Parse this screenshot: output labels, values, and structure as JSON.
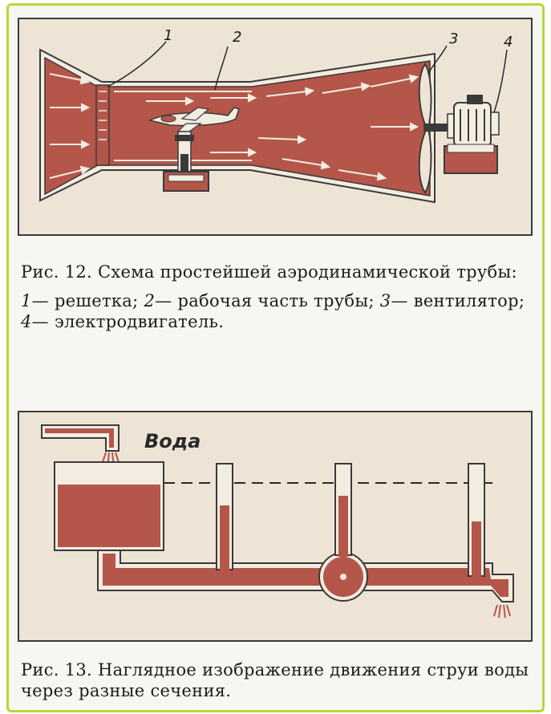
{
  "figure12": {
    "labels": [
      "1",
      "2",
      "3",
      "4"
    ],
    "caption_title": "Рис. 12. Схема простейшей аэродинамической трубы:",
    "legend": [
      {
        "num": "1",
        "text": "— решетка;"
      },
      {
        "num": "2",
        "text": "— рабочая часть трубы;"
      },
      {
        "num": "3",
        "text": "— вентилятор;"
      },
      {
        "num": "4",
        "text": "— электродвигатель."
      }
    ]
  },
  "figure13": {
    "water_label": "Вода",
    "caption": "Рис. 13. Наглядное изображение движения струи воды через разные сечения."
  },
  "colors": {
    "fill": "#b5564a",
    "paper": "#ede4d6",
    "outline": "#3a3a3a",
    "frame": "#b6d63a"
  }
}
